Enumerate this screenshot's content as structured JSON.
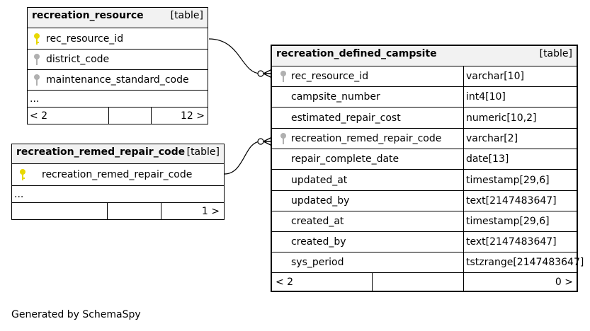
{
  "tables": {
    "recreation_resource": {
      "name": "recreation_resource",
      "type_label": "[table]",
      "columns": [
        "rec_resource_id",
        "district_code",
        "maintenance_standard_code"
      ],
      "ellipsis": "...",
      "footer": {
        "left": "< 2",
        "right": "12 >"
      }
    },
    "recreation_remed_repair_code": {
      "name": "recreation_remed_repair_code",
      "type_label": "[table]",
      "columns": [
        "recreation_remed_repair_code"
      ],
      "ellipsis": "...",
      "footer": {
        "right": "1 >"
      }
    },
    "recreation_defined_campsite": {
      "name": "recreation_defined_campsite",
      "type_label": "[table]",
      "columns": [
        {
          "name": "rec_resource_id",
          "type": "varchar[10]"
        },
        {
          "name": "campsite_number",
          "type": "int4[10]"
        },
        {
          "name": "estimated_repair_cost",
          "type": "numeric[10,2]"
        },
        {
          "name": "recreation_remed_repair_code",
          "type": "varchar[2]"
        },
        {
          "name": "repair_complete_date",
          "type": "date[13]"
        },
        {
          "name": "updated_at",
          "type": "timestamp[29,6]"
        },
        {
          "name": "updated_by",
          "type": "text[2147483647]"
        },
        {
          "name": "created_at",
          "type": "timestamp[29,6]"
        },
        {
          "name": "created_by",
          "type": "text[2147483647]"
        },
        {
          "name": "sys_period",
          "type": "tstzrange[2147483647]"
        }
      ],
      "footer": {
        "left": "< 2",
        "right": "0 >"
      }
    }
  },
  "colors": {
    "primary_key": "#e8d800",
    "foreign_key": "#b0b0b0",
    "header_bg": "#f2f2f2"
  },
  "footer_text": "Generated by SchemaSpy"
}
